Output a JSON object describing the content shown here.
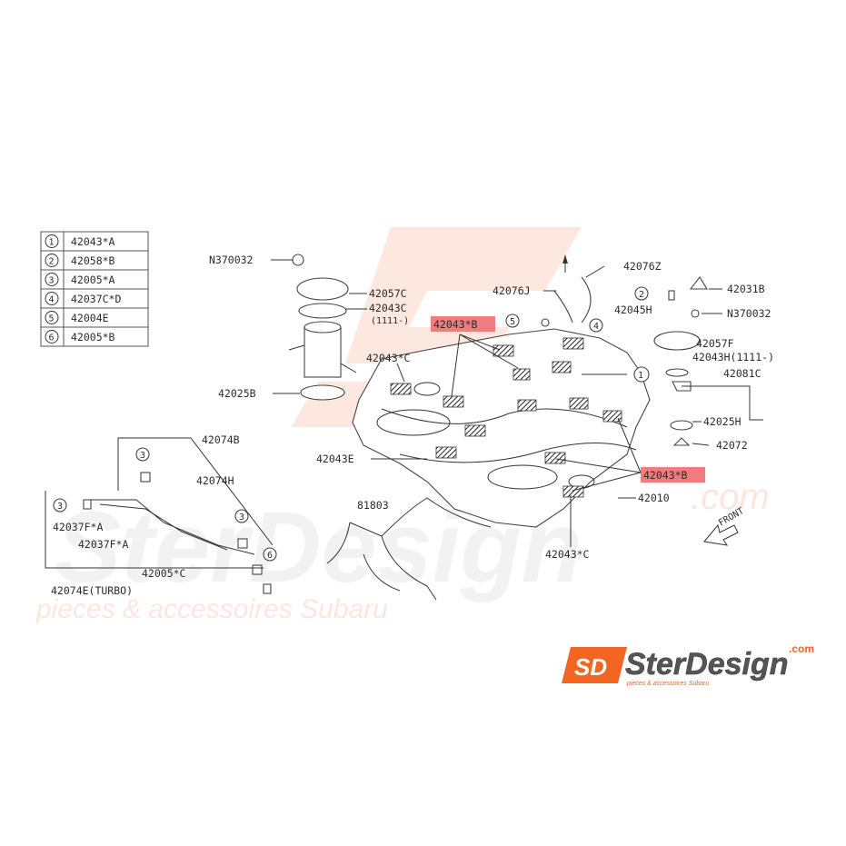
{
  "legend": [
    {
      "num": "1",
      "code": "42043*A"
    },
    {
      "num": "2",
      "code": "42058*B"
    },
    {
      "num": "3",
      "code": "42005*A"
    },
    {
      "num": "4",
      "code": "42037C*D"
    },
    {
      "num": "5",
      "code": "42004E"
    },
    {
      "num": "6",
      "code": "42005*B"
    }
  ],
  "labels": {
    "n370032_left": "N370032",
    "p42057c": "42057C",
    "p42043c_top": "42043C",
    "p1111_left": "(1111-)",
    "p42025b": "42025B",
    "p42043b_high_top": "42043*B",
    "p42043c_left": "42043*C",
    "p42043e": "42043E",
    "p42076j": "42076J",
    "p42076z": "42076Z",
    "p42031b": "42031B",
    "p42045h": "42045H",
    "n370032_right": "N370032",
    "p42057f": "42057F",
    "p42043h": "42043H(1111-)",
    "p42081c": "42081C",
    "p42025h": "42025H",
    "p42072": "42072",
    "p42043b_high_bottom": "42043*B",
    "p42010": "42010",
    "p42043c_bottom": "42043*C",
    "p42074b": "42074B",
    "p42074h": "42074H",
    "p42037f_a1": "42037F*A",
    "p42037f_a2": "42037F*A",
    "p42005c": "42005*C",
    "p42074e": "42074E(TURBO)",
    "p81803": "81803",
    "front": "FRONT",
    "c1": "1",
    "c2": "2",
    "c3a": "3",
    "c3b": "3",
    "c3c": "3",
    "c4": "4",
    "c5": "5",
    "c6": "6"
  },
  "watermark": {
    "brand": "SterDesign",
    "dotcom": ".com",
    "tagline": "pieces & accessoires Subaru",
    "mark": "SD"
  },
  "logo": {
    "mark": "SD",
    "brand": "SterDesign",
    "dotcom": ".com",
    "tagline": "pièces & accessoires Subaru"
  },
  "colors": {
    "highlight": "#f07d7d",
    "brand_orange": "#f26522",
    "watermark": "#fbd5c4"
  }
}
